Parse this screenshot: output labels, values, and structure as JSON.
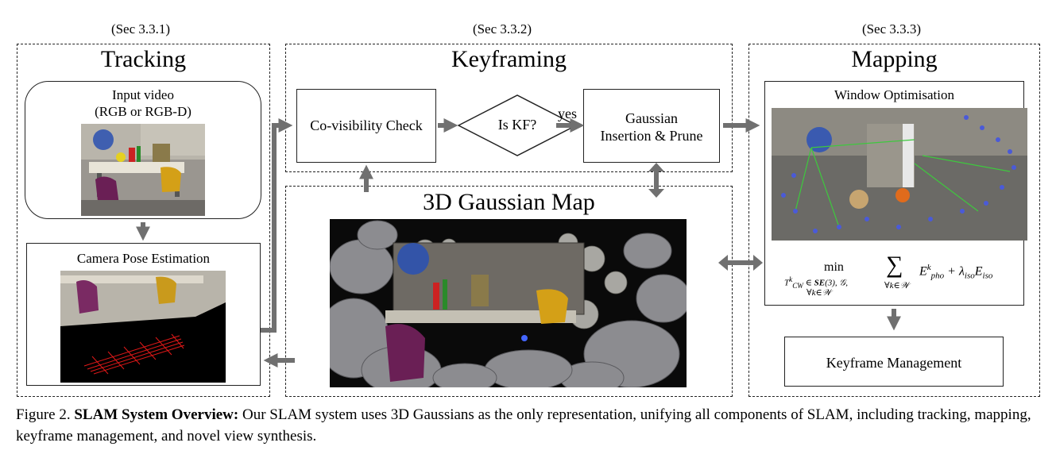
{
  "tracking": {
    "section": "(Sec 3.3.1)",
    "title": "Tracking",
    "input_video": "Input video",
    "input_video_sub": "(RGB or RGB-D)",
    "pose": "Camera Pose Estimation"
  },
  "keyframing": {
    "section": "(Sec 3.3.2)",
    "title": "Keyframing",
    "covis": "Co-visibility Check",
    "iskf": "Is KF?",
    "yes": "yes",
    "gaussian_line1": "Gaussian",
    "gaussian_line2": "Insertion & Prune"
  },
  "map": {
    "title": "3D Gaussian Map"
  },
  "mapping": {
    "section": "(Sec 3.3.3)",
    "title": "Mapping",
    "window": "Window Optimisation",
    "kf_mgmt": "Keyframe Management"
  },
  "caption": {
    "prefix": "Figure 2. ",
    "bold": "SLAM System Overview:",
    "text": " Our SLAM system uses 3D Gaussians as the only representation, unifying all components of SLAM, including tracking, mapping, keyframe management, and novel view synthesis."
  },
  "colors": {
    "arrow": "#707070",
    "ray_green": "#3ec83e",
    "cam_blue": "#4a5ad8",
    "cam_red": "#e01818"
  }
}
